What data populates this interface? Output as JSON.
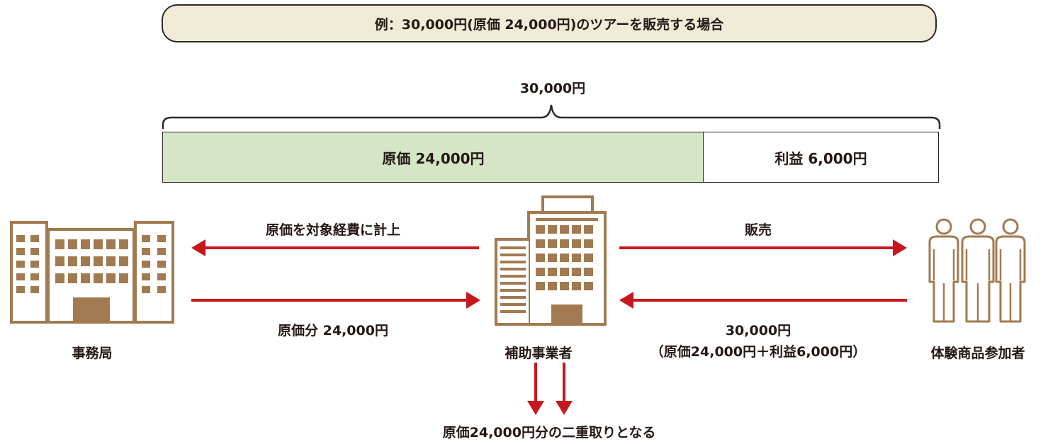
{
  "banner": {
    "text": "例：30,000円(原価 24,000円)のツアーを販売する場合"
  },
  "total": {
    "label": "30,000円"
  },
  "bar": {
    "cost_label": "原価 24,000円",
    "profit_label": "利益 6,000円",
    "cost_value": 24000,
    "profit_value": 6000,
    "cost_color": "#d5e6c6"
  },
  "actors": {
    "office": "事務局",
    "operator": "補助事業者",
    "participants": "体験商品参加者"
  },
  "flows": {
    "top_left": "原価を対象経費に計上",
    "bottom_left": "原価分 24,000円",
    "top_right": "販売",
    "bottom_right_line1": "30,000円",
    "bottom_right_line2": "（原価24,000円＋利益6,000円）",
    "conclusion": "原価24,000円分の二重取りとなる"
  },
  "colors": {
    "building": "#a17a51",
    "arrow": "#c8161e",
    "banner_bg": "#efebd6"
  },
  "icons": {
    "office": "office-building-icon",
    "operator": "tower-building-icon",
    "participants": "people-group-icon"
  }
}
